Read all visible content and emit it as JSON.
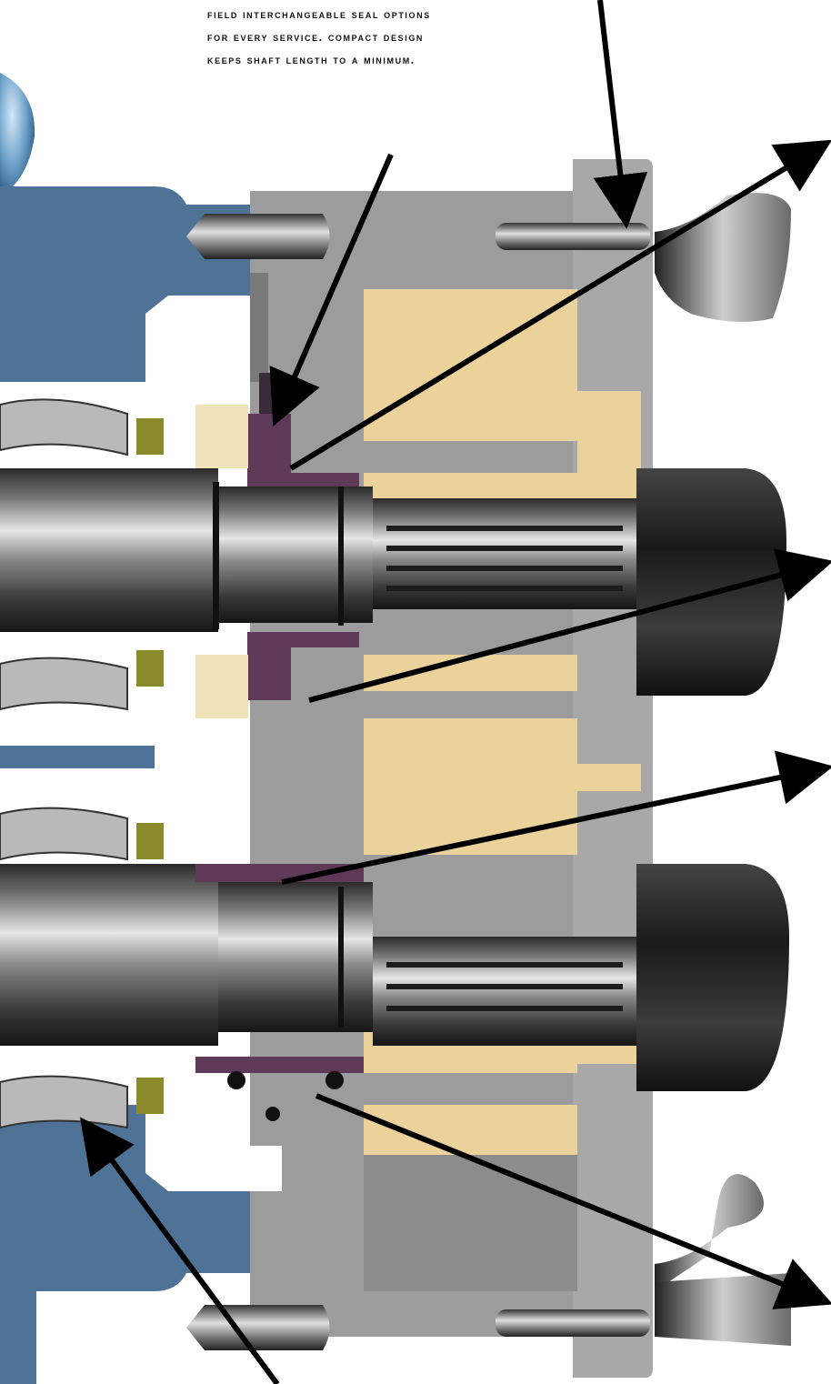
{
  "caption": {
    "line1": "Field Interchangeable seal options",
    "line2": "for every service. Compact design",
    "line3": "keeps shaft length to a minimum."
  },
  "colors": {
    "housing_blue": "#4f7396",
    "casing_gray": "#9c9c9c",
    "rotor_tan": "#ead29a",
    "seal_purple": "#5e3a58",
    "bushing_cream": "#efe2b8",
    "seal_olive": "#8a8a2a",
    "arrow": "#000000",
    "background": "#ffffff"
  }
}
